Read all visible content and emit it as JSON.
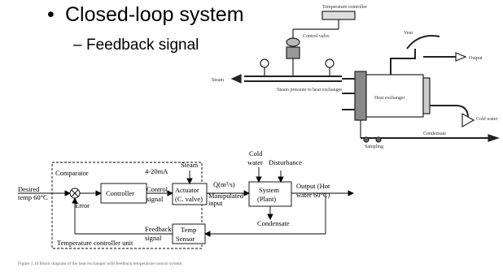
{
  "slide": {
    "bullet_main": "Closed-loop system",
    "bullet_sub": "Feedback signal",
    "bullet_glyph": "•",
    "dash_glyph": "–"
  },
  "plant_figure": {
    "labels": {
      "temp_controller": "Temperature controller",
      "controlled_valve": "Control valve",
      "steam": "Steam",
      "steam_pressure": "Steam pressure to heat exchanger",
      "vent": "Vent",
      "output": "Output",
      "exchanger": "Heat exchanger",
      "cold_water": "Cold water",
      "condensate": "Condensate",
      "sampling": "Sampling"
    }
  },
  "block_diagram": {
    "input_label_1": "Desired",
    "input_label_2": "temp 60°C",
    "comparator": "Comparator",
    "error": "Error",
    "controller": "Controller",
    "signal_range": "4-20mA",
    "control_signal_1": "Control",
    "control_signal_2": "signal",
    "steam": "Steam",
    "actuator_1": "Actuator",
    "actuator_2": "(C. valve)",
    "flow": "Q(m³/s)",
    "manipulated_1": "Manipulated",
    "manipulated_2": "input",
    "cold_1": "Cold",
    "cold_2": "water",
    "disturbance": "Disturbance",
    "system_1": "System",
    "system_2": "(Plant)",
    "output_1": "Output (Hot",
    "output_2": "water 60°C)",
    "condensate": "Condensate",
    "feedback_1": "Feedback",
    "feedback_2": "signal",
    "sensor_1": "Temp",
    "sensor_2": "Sensor",
    "unit_label": "Temperature controller unit"
  },
  "caption": "Figure 1.10 Block diagram of the heat exchanger with feedback temperature control system"
}
